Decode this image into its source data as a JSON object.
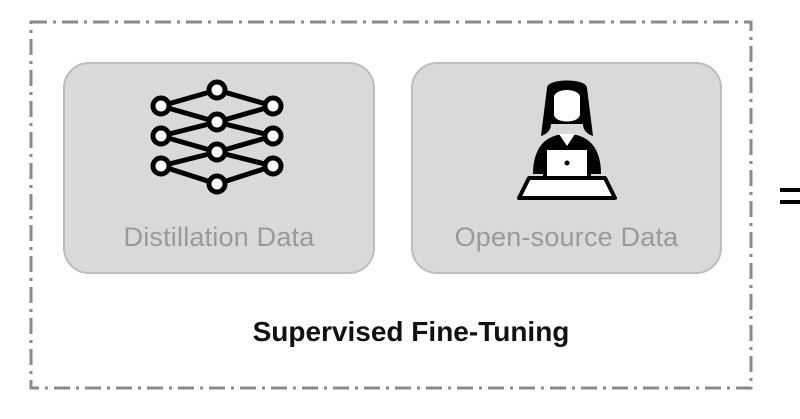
{
  "section": {
    "title": "Supervised Fine-Tuning"
  },
  "cards": [
    {
      "label": "Distillation Data",
      "icon": "neural-network-icon"
    },
    {
      "label": "Open-source Data",
      "icon": "person-at-laptop-icon"
    }
  ],
  "connector": {
    "icon": "equals-icon"
  },
  "colors": {
    "card_fill": "#d9d9d9",
    "card_border": "#bdbdbd",
    "card_text": "#9a9a9a",
    "frame": "#8a8a8a",
    "title": "#111111"
  }
}
